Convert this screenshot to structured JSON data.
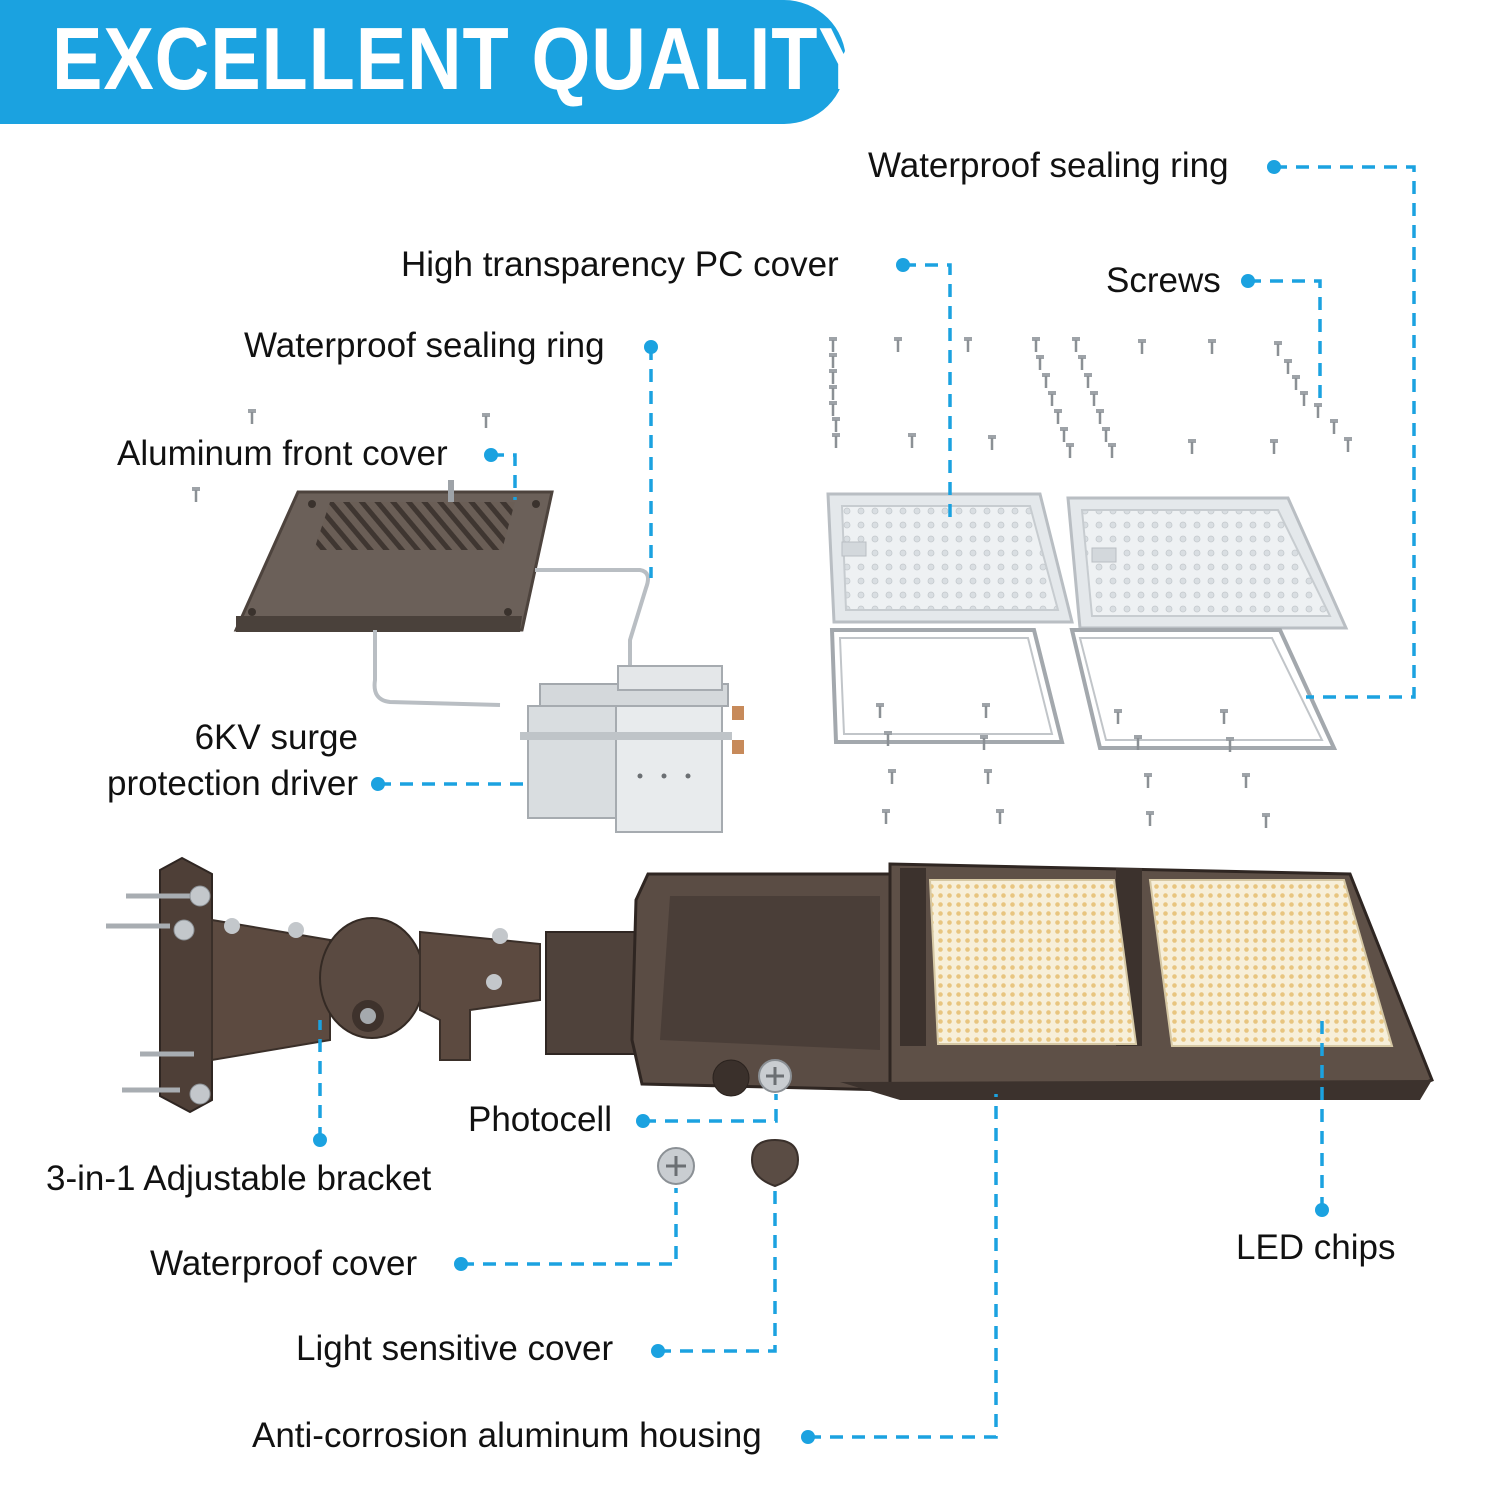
{
  "banner": {
    "title": "EXCELLENT QUALITY"
  },
  "colors": {
    "accent": "#1ba2e0",
    "housing": "#5a4e47",
    "led": "#f2d9a2",
    "metal": "#c9cdd1"
  },
  "labels": {
    "waterproof_sealing_ring_top": "Waterproof sealing ring",
    "pc_cover": "High transparency PC cover",
    "screws": "Screws",
    "waterproof_sealing_ring_left": "Waterproof sealing ring",
    "aluminum_front_cover": "Aluminum front cover",
    "surge_driver_line1": "6KV surge",
    "surge_driver_line2": "protection driver",
    "photocell": "Photocell",
    "bracket": "3-in-1 Adjustable bracket",
    "led_chips": "LED chips",
    "waterproof_cover": "Waterproof cover",
    "light_sensitive_cover": "Light sensitive cover",
    "housing": "Anti-corrosion aluminum housing"
  }
}
